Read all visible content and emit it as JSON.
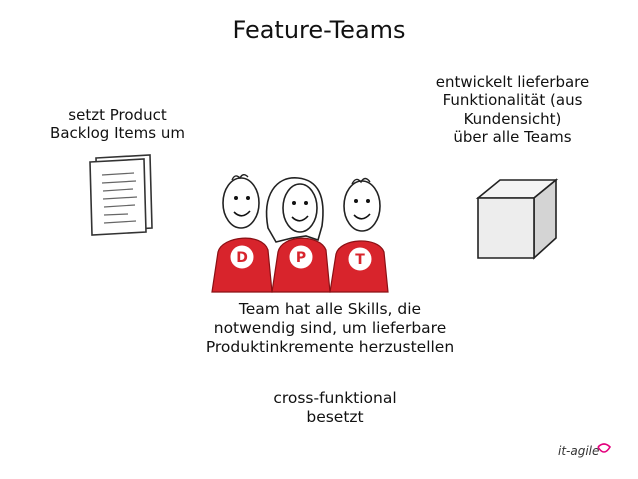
{
  "title": "Feature-Teams",
  "left_caption": [
    "setzt Product",
    "Backlog Items um"
  ],
  "right_caption": [
    "entwickelt lieferbare",
    "Funktionalität (aus",
    "Kundensicht)",
    "über alle Teams"
  ],
  "center_caption": [
    "Team hat alle Skills, die",
    "notwendig sind, um lieferbare",
    "Produktinkremente herzustellen"
  ],
  "bottom_caption": [
    "cross-funktional",
    "besetzt"
  ],
  "team_badges": [
    "D",
    "P",
    "T"
  ],
  "logo_text": "it-agile",
  "colors": {
    "team_red": "#d8242c",
    "logo_accent": "#e3007d"
  }
}
